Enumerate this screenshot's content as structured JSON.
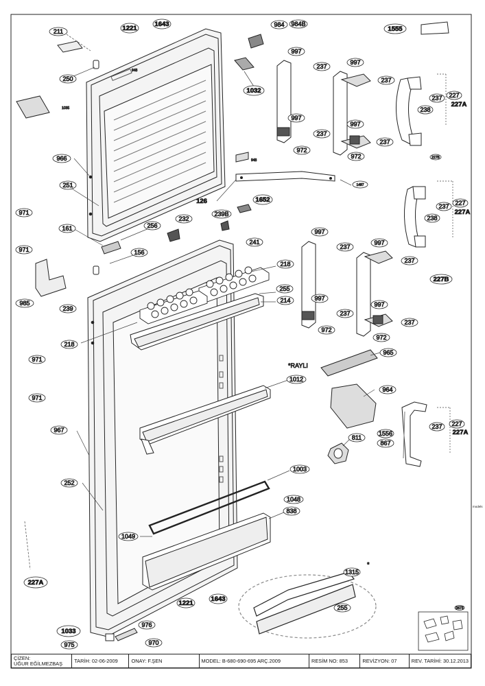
{
  "callouts": {
    "c211": "211",
    "c1221a": "1221",
    "c1643a": "1643",
    "c984": "984",
    "c984b": "984B",
    "c1555": "1555",
    "c250": "250",
    "c948a": "948",
    "c1035": "1035",
    "c997a": "997",
    "c237a": "237",
    "c997b": "997",
    "c237b": "237",
    "c1032": "1032",
    "c237c": "237",
    "c227a": "227",
    "c227Aa": "227A",
    "c238a": "238",
    "c997c": "997",
    "c237d": "237",
    "c997d": "997",
    "c237e": "237",
    "c972a": "972",
    "c972b": "972",
    "c227b_small": "227B",
    "c966": "966",
    "c948b": "948",
    "c1497": "1497",
    "c251": "251",
    "c126": "126",
    "c1652": "1652",
    "c971a": "971",
    "c239b": "239B",
    "c232": "232",
    "c237f": "237",
    "c227b": "227",
    "c227Ab": "227A",
    "c238b": "238",
    "c161": "161",
    "c256": "256",
    "c971b": "971",
    "c241": "241",
    "c997e": "997",
    "c237g": "237",
    "c997f": "997",
    "c237h": "237",
    "c156": "156",
    "c227B": "227B",
    "c218a": "218",
    "c985": "985",
    "c239": "239",
    "c255a": "255",
    "c214": "214",
    "c997g": "997",
    "c237i": "237",
    "c997h": "997",
    "c237j": "237",
    "c972c": "972",
    "c972d": "972",
    "c218b": "218",
    "c965": "965",
    "c971c": "971",
    "rayli": "*RAYLI",
    "c1012": "1012",
    "c964": "964",
    "c971d": "971",
    "c967": "967",
    "c237k": "237",
    "c227c": "227",
    "c227Ac": "227A",
    "c1556": "1556",
    "c867": "867",
    "c811": "811",
    "c1003": "1003",
    "c252": "252",
    "c1048": "1048",
    "c838": "838",
    "c1049": "1049",
    "c1315": "1315",
    "star": "*",
    "c227Ad": "227A",
    "c1221b": "1221",
    "c1643b": "1643",
    "c255b": "255",
    "c1033": "1033",
    "c976": "976",
    "c975": "975",
    "c970": "970",
    "inset_label": "0673"
  },
  "side_note": "models",
  "title_block": {
    "drawer_label": "ÇİZEN:",
    "drawer_name": "UĞUR EĞİLMEZBAŞ",
    "date": "TARİH: 02-06-2009",
    "approver": "ONAY:  F.ŞEN",
    "model": "MODEL: B-680-690-695 ARÇ.2009",
    "drawing_no": "RESİM NO: 853",
    "revision": "REVİZYON: 07",
    "rev_date": "REV. TARİHİ: 30.12.2013"
  }
}
